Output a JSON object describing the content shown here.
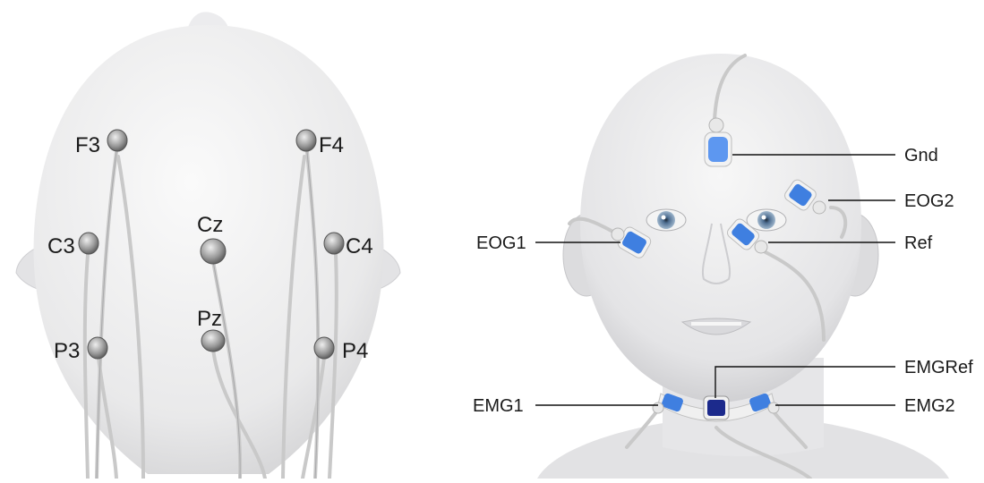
{
  "top_view": {
    "electrodes": [
      "F3",
      "F4",
      "C3",
      "Cz",
      "C4",
      "P3",
      "Pz",
      "P4"
    ]
  },
  "face_view": {
    "labels": {
      "gnd": "Gnd",
      "eog2": "EOG2",
      "eog1": "EOG1",
      "ref": "Ref",
      "emgref": "EMGRef",
      "emg1": "EMG1",
      "emg2": "EMG2"
    }
  },
  "colors": {
    "electrode_blue": "#3f7fe0",
    "electrode_dark": "#1c2a8c",
    "skin": "#e9e9ea",
    "wire": "#c9c9c9",
    "leader": "#111111"
  }
}
